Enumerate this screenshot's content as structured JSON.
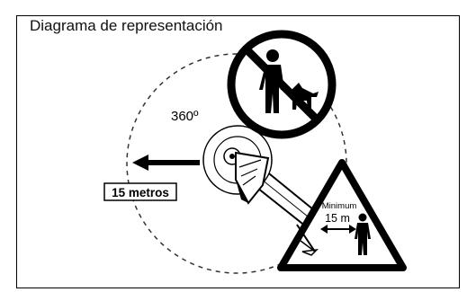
{
  "title": "Diagrama de representación",
  "angle_label": "360º",
  "distance_label": "15 metros",
  "warning": {
    "minimum_label": "Minimum",
    "distance": "15 m"
  },
  "icons": [
    "no-people-no-pets-icon",
    "warning-triangle-icon",
    "person-icon",
    "trimmer-head-icon"
  ],
  "colors": {
    "ink": "#000000",
    "background": "#ffffff",
    "dash": "#333333"
  }
}
